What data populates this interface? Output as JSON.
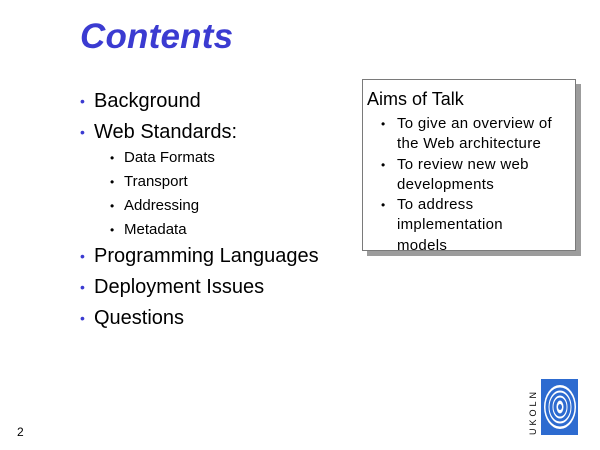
{
  "slide": {
    "title": "Contents",
    "page_number": "2"
  },
  "contents": {
    "top_items": [
      "Background",
      "Web Standards:"
    ],
    "sub_items": [
      "Data Formats",
      "Transport",
      "Addressing",
      "Metadata"
    ],
    "bottom_items": [
      "Programming Languages",
      "Deployment Issues",
      "Questions"
    ],
    "bullet": "•"
  },
  "aims": {
    "title": "Aims of Talk",
    "items": [
      [
        "To give an overview of",
        "the Web architecture"
      ],
      [
        "To review new web",
        "developments"
      ],
      [
        "To address",
        "implementation",
        "models"
      ]
    ]
  },
  "logo": {
    "text": "UKOLN",
    "colors": {
      "blue": "#2d6bd0",
      "light": "#b9d2f0"
    }
  }
}
